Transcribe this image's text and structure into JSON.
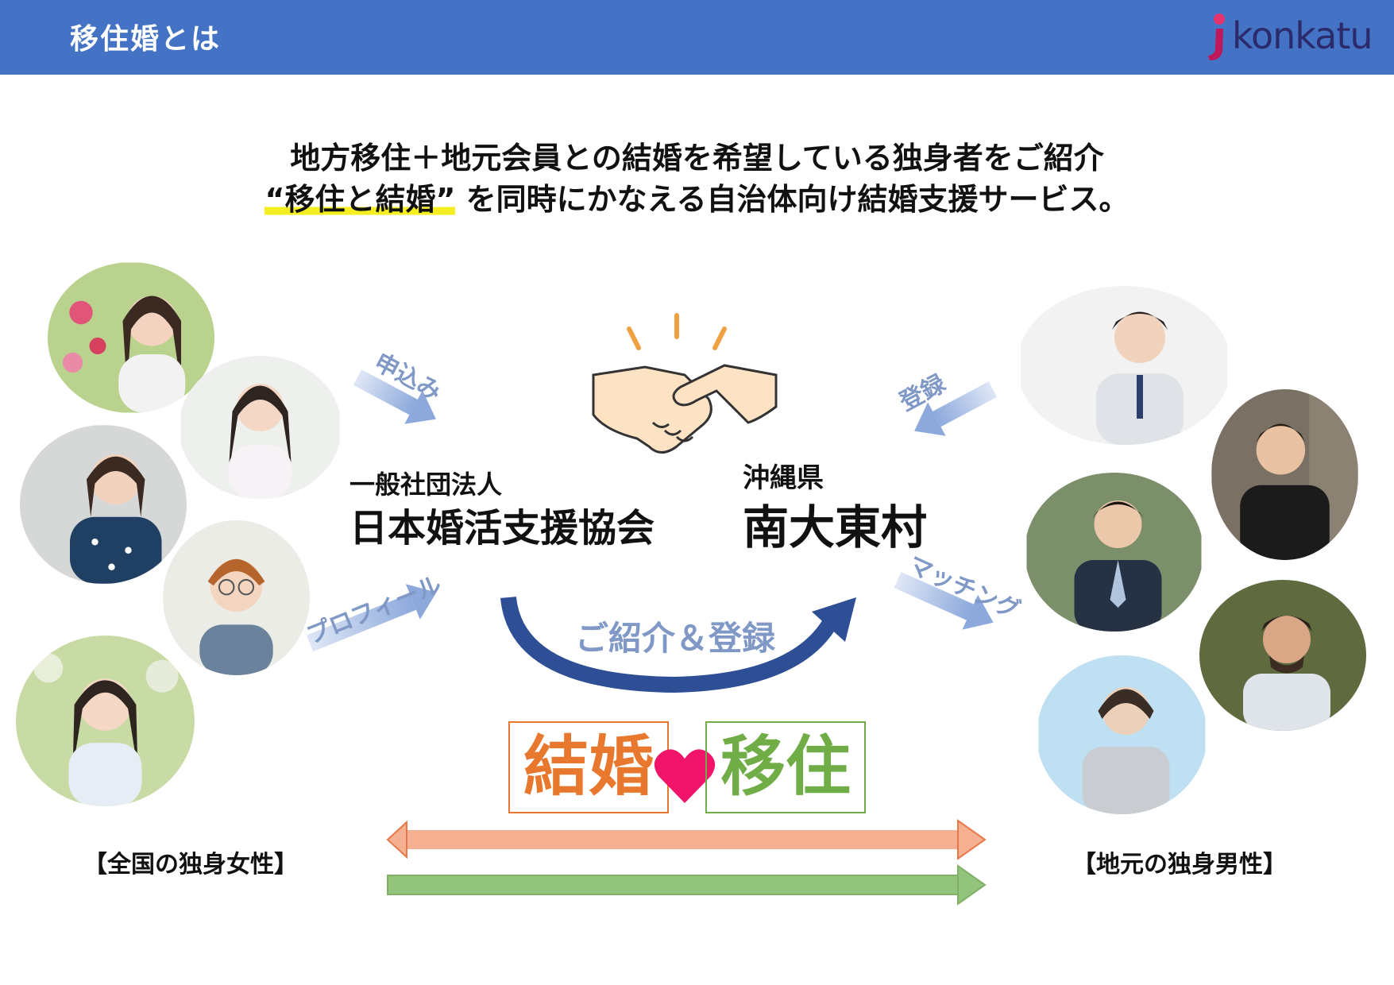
{
  "header": {
    "title": "移住婚とは",
    "logo_text": "konkatu",
    "background": "#4472c4"
  },
  "headline": {
    "line1": "地方移住＋地元会員との結婚を希望している独身者をご紹介",
    "line2_highlight": "“移住と結婚”",
    "line2_rest": " を同時にかなえる自治体向け結婚支援サービス。"
  },
  "left_org": {
    "small": "一般社団法人",
    "large": "日本婚活支援協会"
  },
  "right_org": {
    "small": "沖縄県",
    "large": "南大東村"
  },
  "arrow_labels": {
    "apply": "申込み",
    "register": "登録",
    "profile": "プロフィール",
    "matching": "マッチング"
  },
  "center": {
    "caption": "ご紹介＆登録",
    "marriage": "結婚",
    "migration": "移住",
    "heart_icon": "heart-icon"
  },
  "side_labels": {
    "women": "【全国の独身女性】",
    "men": "【地元の独身男性】"
  },
  "colors": {
    "marriage": "#e8782d",
    "migration": "#70ad47",
    "heart": "#f0146b",
    "arrow_orange": "#f4b090",
    "arrow_green": "#93c47d",
    "curve_blue": "#2e4f95"
  }
}
